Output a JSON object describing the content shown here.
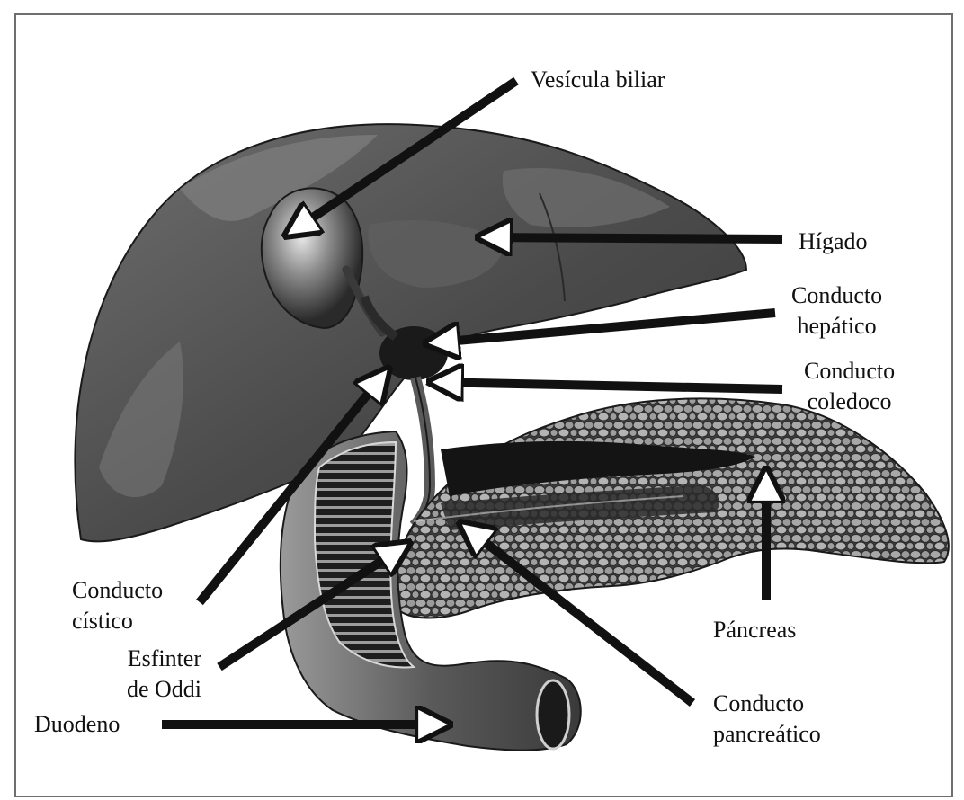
{
  "labels": {
    "gallbladder": "Vesícula biliar",
    "liver": "Hígado",
    "hepatic_duct": [
      "Conducto",
      "hepático"
    ],
    "bile_duct": [
      "Conducto",
      "coledoco"
    ],
    "pancreas": "Páncreas",
    "pancreatic_duct": [
      "Conducto",
      "pancreático"
    ],
    "cystic_duct": [
      "Conducto",
      "cístico"
    ],
    "oddi_sphincter": [
      "Esfinter",
      "de Oddi"
    ],
    "duodenum": "Duodeno"
  },
  "colors": {
    "outline": "#111111",
    "liver": "#5a5a5a",
    "liver_dark": "#2c2c2c",
    "pancreas": "#8a8a8a",
    "duodenum": "#6a6a6a"
  }
}
